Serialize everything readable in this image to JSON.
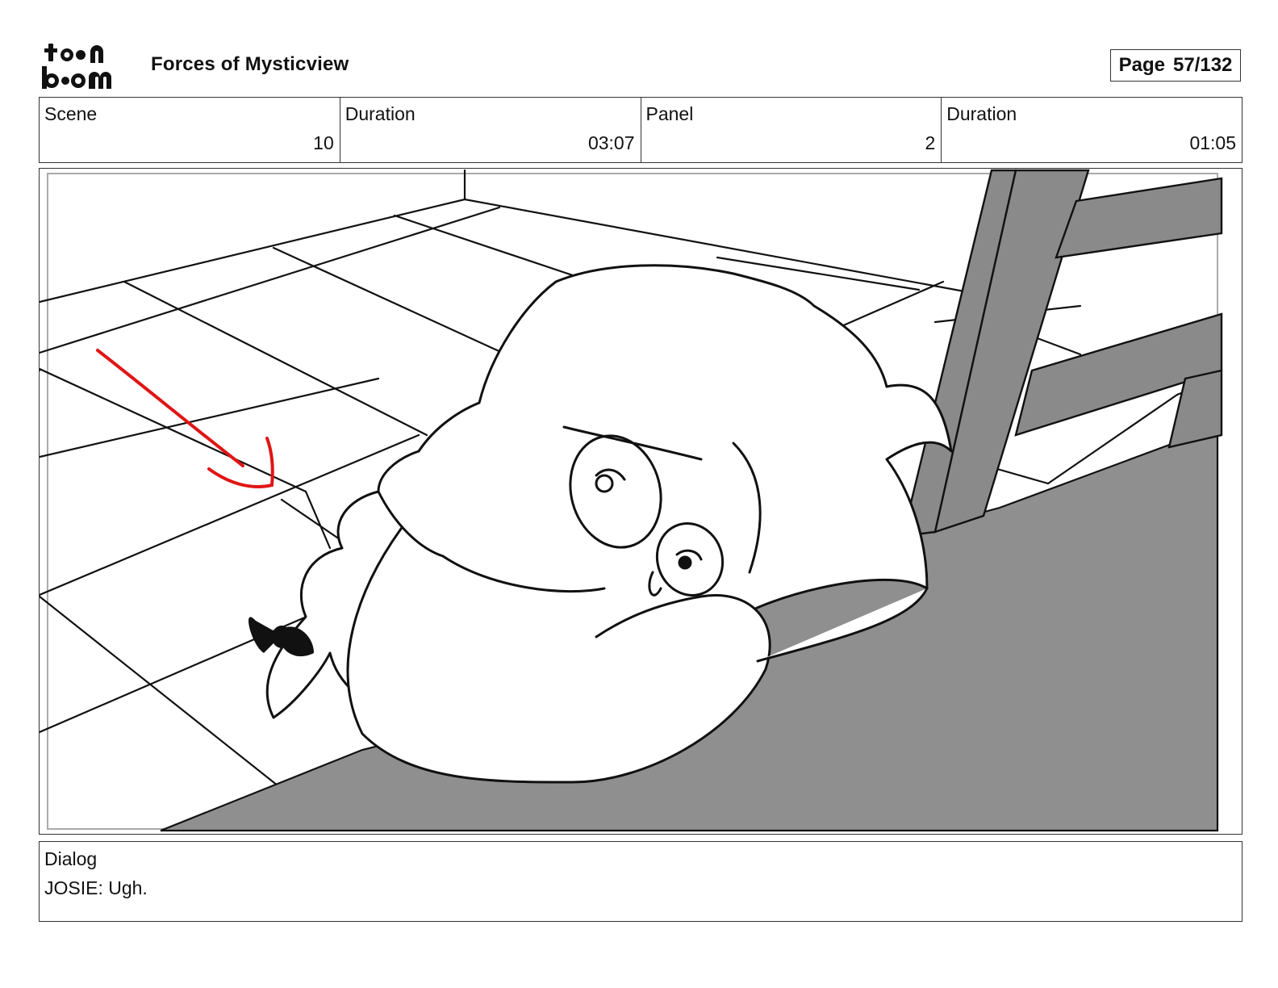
{
  "header": {
    "logo_text": "toon boom",
    "title": "Forces of Mysticview",
    "page_label": "Page",
    "page_number": "57/132"
  },
  "info": {
    "scene_label": "Scene",
    "scene_value": "10",
    "scene_duration_label": "Duration",
    "scene_duration_value": "03:07",
    "panel_label": "Panel",
    "panel_value": "2",
    "panel_duration_label": "Duration",
    "panel_duration_value": "01:05"
  },
  "panel": {
    "arrow_color": "#e01515",
    "shadow_color": "#8f8f8f",
    "bench_color": "#8a8a8a"
  },
  "dialog": {
    "label": "Dialog",
    "text": "JOSIE: Ugh."
  }
}
